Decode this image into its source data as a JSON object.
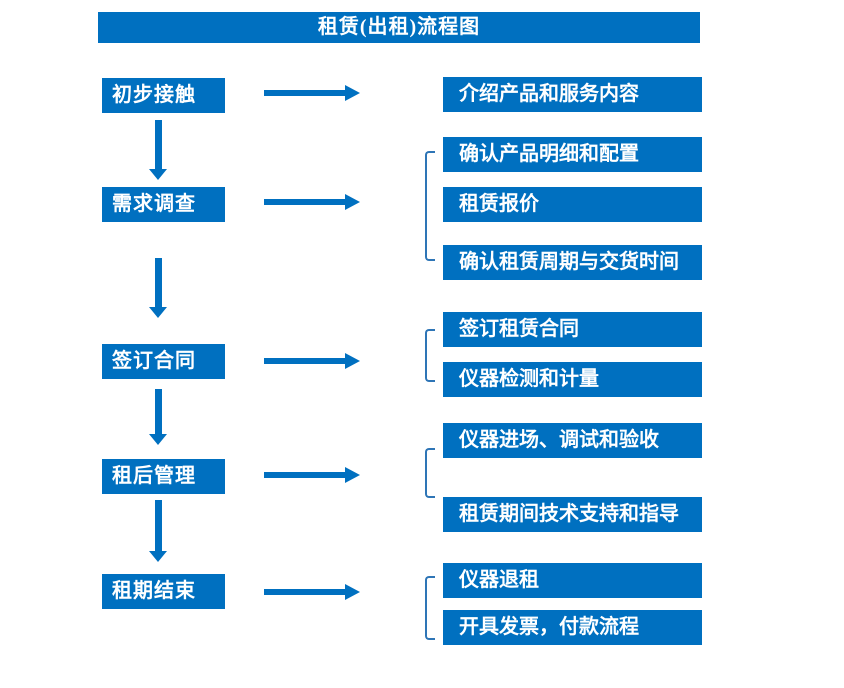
{
  "title": "租赁(出租)流程图",
  "theme": {
    "primary_blue": "#0070C0",
    "bracket_blue": "#2E75B6",
    "text_color": "#FFFFFF",
    "background": "#FFFFFF"
  },
  "steps": [
    {
      "label": "初步接触",
      "details": [
        "介绍产品和服务内容"
      ]
    },
    {
      "label": "需求调查",
      "details": [
        "确认产品明细和配置",
        "租赁报价",
        "确认租赁周期与交货时间"
      ]
    },
    {
      "label": "签订合同",
      "details": [
        "签订租赁合同",
        "仪器检测和计量"
      ]
    },
    {
      "label": "租后管理",
      "details": [
        "仪器进场、调试和验收",
        "租赁期间技术支持和指导"
      ]
    },
    {
      "label": "租期结束",
      "details": [
        "仪器退租",
        "开具发票，付款流程"
      ]
    }
  ]
}
